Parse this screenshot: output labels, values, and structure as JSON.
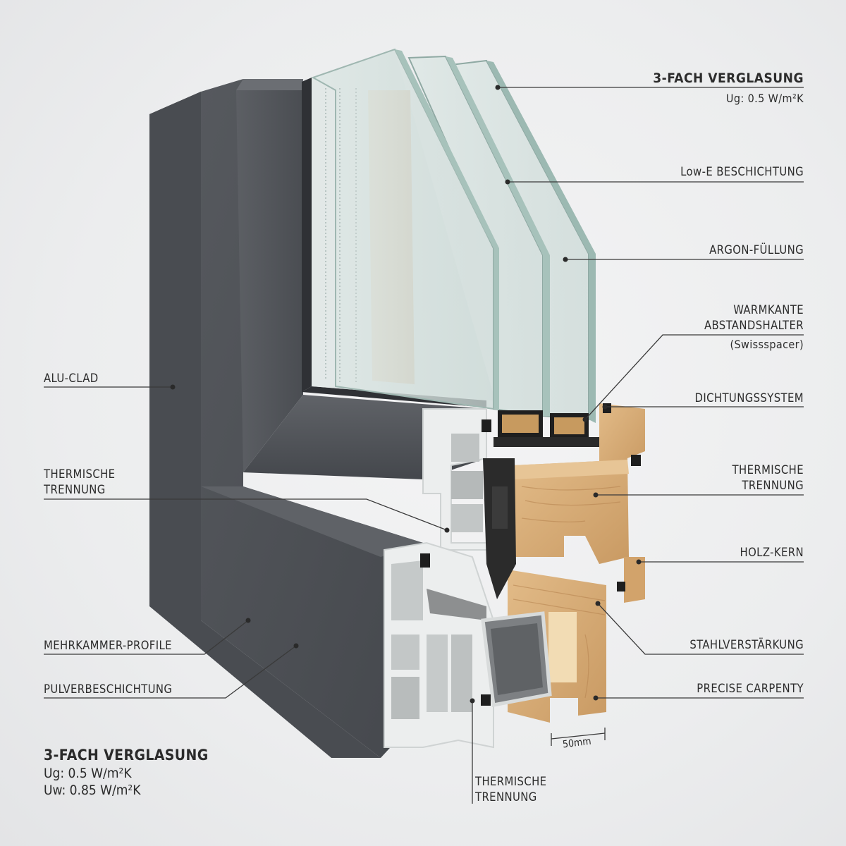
{
  "labels": {
    "triple_glazing": {
      "title": "3-FACH VERGLASUNG",
      "sub": "Ug: 0.5 W/m²K"
    },
    "low_e": "Low-E BESCHICHTUNG",
    "argon": "ARGON-FÜLLUNG",
    "warm_edge": {
      "line1": "WARMKANTE",
      "line2": "ABSTANDSHALTER",
      "line3": "(Swissspacer)"
    },
    "seal_system": "DICHTUNGSSYSTEM",
    "thermal_break_right": {
      "line1": "THERMISCHE",
      "line2": "TRENNUNG"
    },
    "wood_core": "HOLZ-KERN",
    "steel_reinforcement": "STAHLVERSTÄRKUNG",
    "precise_carpentry": "PRECISE CARPENTY",
    "alu_clad": "ALU-CLAD",
    "thermal_break_left": {
      "line1": "THERMISCHE",
      "line2": "TRENNUNG"
    },
    "multi_chamber": "MEHRKAMMER-PROFILE",
    "powder_coating": "PULVERBESCHICHTUNG",
    "thermal_break_bottom": {
      "line1": "THERMISCHE",
      "line2": "TRENNUNG"
    },
    "dimension": "50mm"
  },
  "spec_block": {
    "title": "3-FACH VERGLASUNG",
    "ug": "Ug: 0.5 W/m²K",
    "uw": "Uw: 0.85 W/m²K"
  },
  "colors": {
    "frame_face": "#4c4f54",
    "frame_inner": "#595c61",
    "frame_edge": "#3a3c40",
    "wood": "#d8ad7a",
    "wood_dark": "#b88652",
    "pvc": "#eceeee",
    "glass": "#b8cdc8",
    "gasket": "#1e1e1e",
    "steel": "#8a8d90"
  }
}
